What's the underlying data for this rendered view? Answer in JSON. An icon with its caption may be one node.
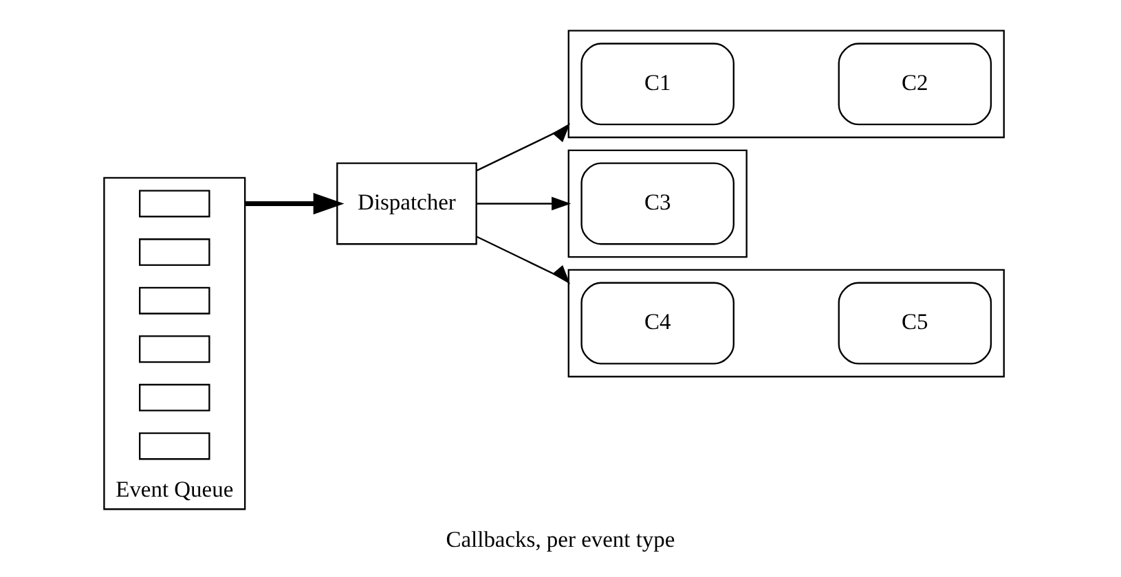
{
  "diagram": {
    "caption": "Callbacks, per event type",
    "nodes": [
      {
        "text": [
          "Event Queue"
        ]
      },
      {
        "text": [],
        "shape": "box",
        "in": 0
      },
      {
        "text": [],
        "shape": "box",
        "in": 0
      },
      {
        "text": [],
        "shape": "box",
        "in": 0
      },
      {
        "text": [],
        "shape": "box",
        "in": 0
      },
      {
        "text": [],
        "shape": "box",
        "in": 0
      },
      {
        "text": [],
        "shape": "box",
        "in": 0
      },
      {
        "text": [
          "Dispatcher"
        ]
      },
      {
        "text": [],
        "shape": "box"
      },
      {
        "text": [
          "C1"
        ],
        "in": 8
      },
      {
        "text": [
          "C2"
        ],
        "in": 8
      },
      {
        "text": [],
        "shape": "box"
      },
      {
        "text": [
          "C3"
        ],
        "in": 11
      },
      {
        "text": [],
        "shape": "box"
      },
      {
        "text": [
          "C4"
        ],
        "in": 13
      },
      {
        "text": [
          "C5"
        ],
        "in": 13
      }
    ],
    "edges": [
      {
        "from": 0,
        "to": 7,
        "arrow": "to",
        "style": "thick"
      },
      {
        "from": 7,
        "to": 8,
        "arrow": "to"
      },
      {
        "from": 7,
        "to": 11,
        "arrow": "to"
      },
      {
        "from": 7,
        "to": 13,
        "arrow": "to"
      }
    ]
  }
}
